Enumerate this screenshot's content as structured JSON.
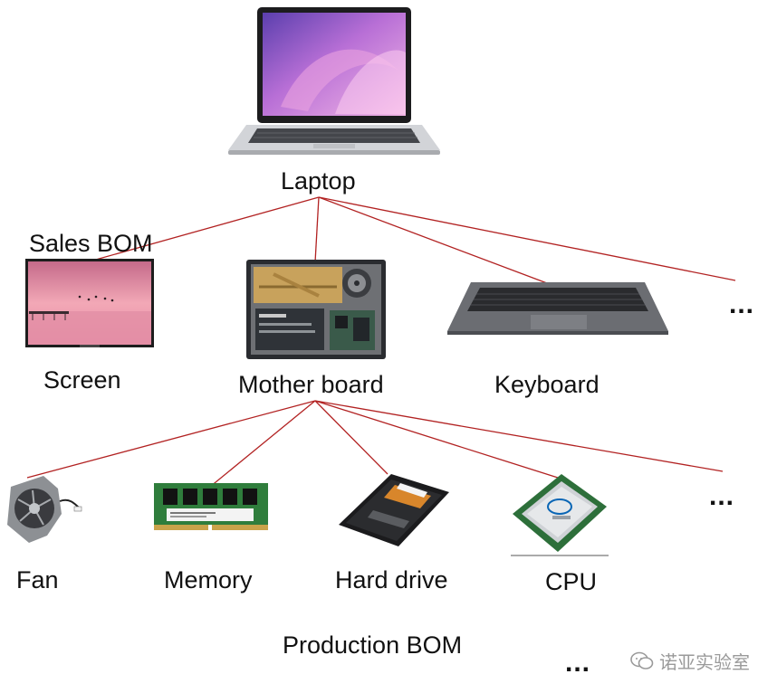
{
  "diagram": {
    "root": {
      "label": "Laptop"
    },
    "section_labels": {
      "sales": "Sales BOM",
      "production": "Production BOM"
    },
    "sales_items": [
      {
        "label": "Screen"
      },
      {
        "label": "Mother board"
      },
      {
        "label": "Keyboard"
      }
    ],
    "production_items": [
      {
        "label": "Fan"
      },
      {
        "label": "Memory"
      },
      {
        "label": "Hard drive"
      },
      {
        "label": "CPU"
      }
    ],
    "ellipsis": "...",
    "watermark": "诺亚实验室",
    "connector_color": "#b22222"
  }
}
